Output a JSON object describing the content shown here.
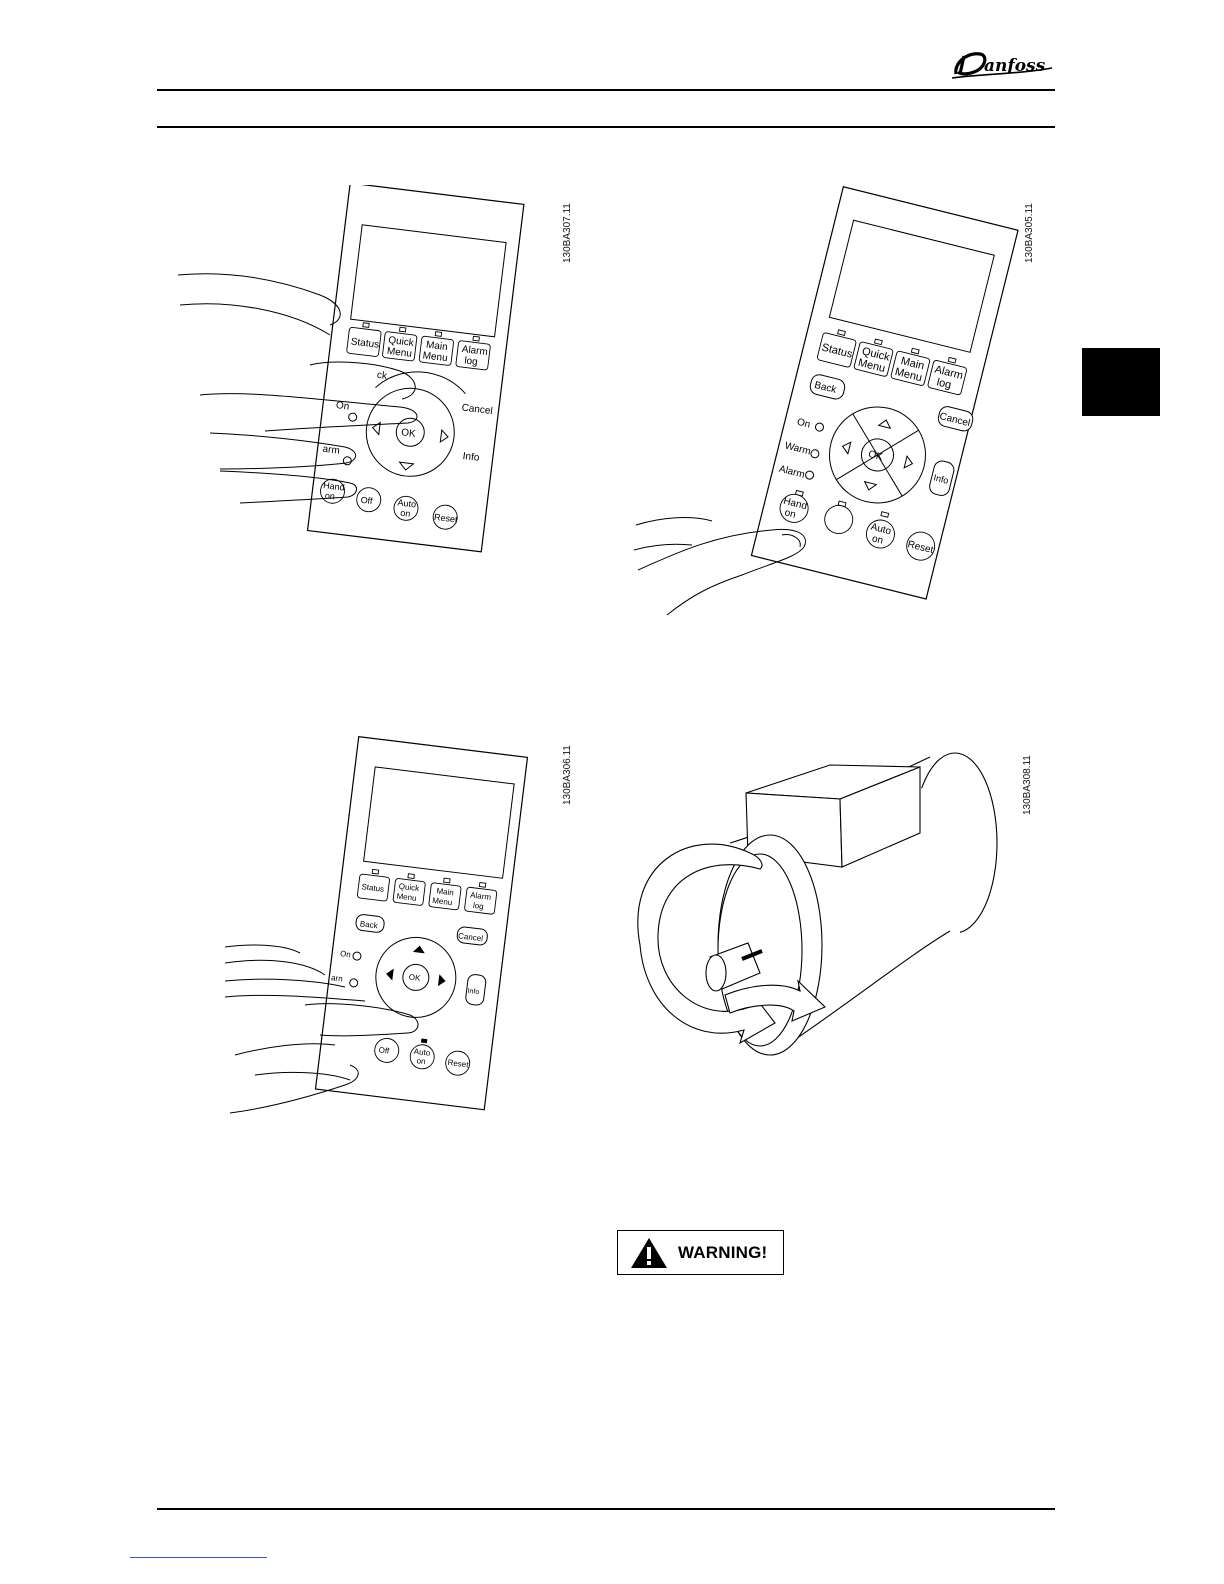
{
  "brand": {
    "logo_text": "Danfoss"
  },
  "figures": [
    {
      "code": "130BA307.11",
      "lcp": {
        "buttons": {
          "status": "Status",
          "quick_menu": [
            "Quick",
            "Menu"
          ],
          "main_menu": [
            "Main",
            "Menu"
          ],
          "alarm_log": [
            "Alarm",
            "log"
          ],
          "back_partial": "ck",
          "cancel": "Cancel",
          "info": "Info",
          "ok": "OK",
          "hand_on": [
            "Hand",
            "on"
          ],
          "off": "Off",
          "auto_on": [
            "Auto",
            "on"
          ],
          "reset": "Reset"
        },
        "indicators": {
          "on": "On",
          "warn_partial": "arm"
        }
      }
    },
    {
      "code": "130BA305.11",
      "lcp": {
        "buttons": {
          "status": "Status",
          "quick_menu": [
            "Quick",
            "Menu"
          ],
          "main_menu": [
            "Main",
            "Menu"
          ],
          "alarm_log": [
            "Alarm",
            "log"
          ],
          "back": "Back",
          "cancel": "Cancel",
          "info": "Info",
          "ok": "OK",
          "hand_on": [
            "Hand",
            "on"
          ],
          "auto_on": [
            "Auto",
            "on"
          ],
          "reset": "Reset"
        },
        "indicators": {
          "on": "On",
          "warn": "Warm",
          "alarm": "Alarm"
        }
      }
    },
    {
      "code": "130BA306.11",
      "lcp": {
        "buttons": {
          "status": "Status",
          "quick_menu": [
            "Quick",
            "Menu"
          ],
          "main_menu": [
            "Main",
            "Menu"
          ],
          "alarm_log": [
            "Alarm",
            "log"
          ],
          "back": "Back",
          "cancel": "Cancel",
          "info": "Info",
          "ok": "OK",
          "off": "Off",
          "auto_on": [
            "Auto",
            "on"
          ],
          "reset": "Reset"
        },
        "indicators": {
          "on": "On",
          "warn_partial": "arn"
        }
      }
    },
    {
      "code": "130BA308.11"
    }
  ],
  "warning": {
    "label": "WARNING!"
  },
  "colors": {
    "ink": "#000000",
    "page": "#ffffff",
    "link": "#3a53c9"
  }
}
